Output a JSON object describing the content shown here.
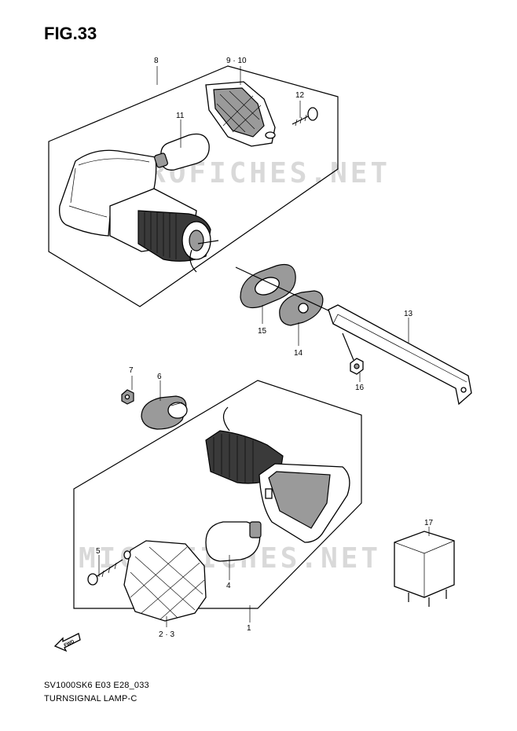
{
  "figure": {
    "title": "FIG.33",
    "code": "SV1000SK6 E03 E28_033",
    "name": "TURNSIGNAL LAMP-C"
  },
  "watermark": "MICROFICHES.NET",
  "fwd_label": "FWD",
  "callouts": {
    "p1": "1",
    "p23": "2 · 3",
    "p4": "4",
    "p5": "5",
    "p6": "6",
    "p7": "7",
    "p8": "8",
    "p910": "9 · 10",
    "p11": "11",
    "p12": "12",
    "p13": "13",
    "p14": "14",
    "p15": "15",
    "p16": "16",
    "p17": "17"
  }
}
